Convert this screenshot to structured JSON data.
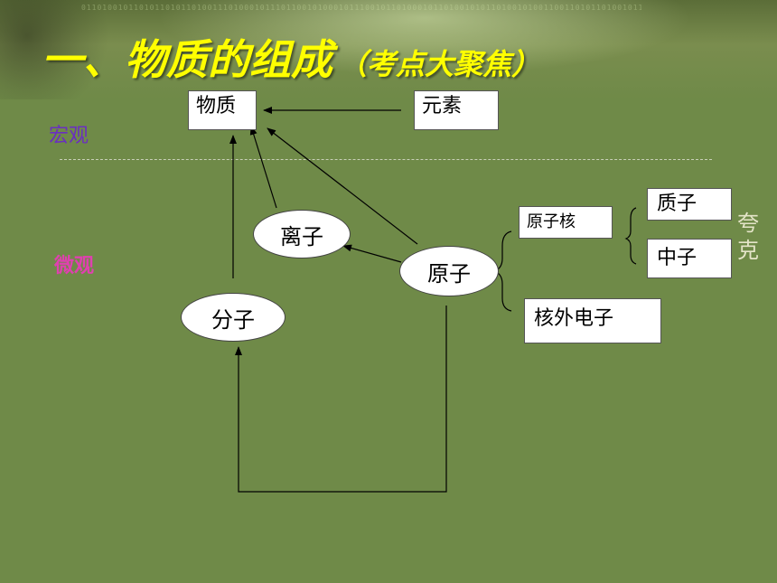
{
  "slide": {
    "title_main": "一、物质的组成",
    "title_sub": "（考点大聚焦）",
    "label_macro": "宏观",
    "label_micro": "微观",
    "banner_digits": "011010010110101101011010011101000101110110010100010111001011010001011010010101101001010011001101011010010110100101101011010110100111010001011101100101000101110010110100010110100101011010010100110011010110100101101001011010110101101001110100010111011001010001011100101101000101101001010110100101001100110101101001"
  },
  "nodes": {
    "matter": "物质",
    "element": "元素",
    "ion": "离子",
    "atom": "原子",
    "molecule": "分子",
    "nucleus": "原子核",
    "proton": "质子",
    "neutron": "中子",
    "electron": "核外电子"
  },
  "edge_text": "夸克",
  "colors": {
    "background": "#6f8a48",
    "title": "#ffff00",
    "macro_label": "#6a2fc0",
    "micro_label": "#e040b0"
  }
}
